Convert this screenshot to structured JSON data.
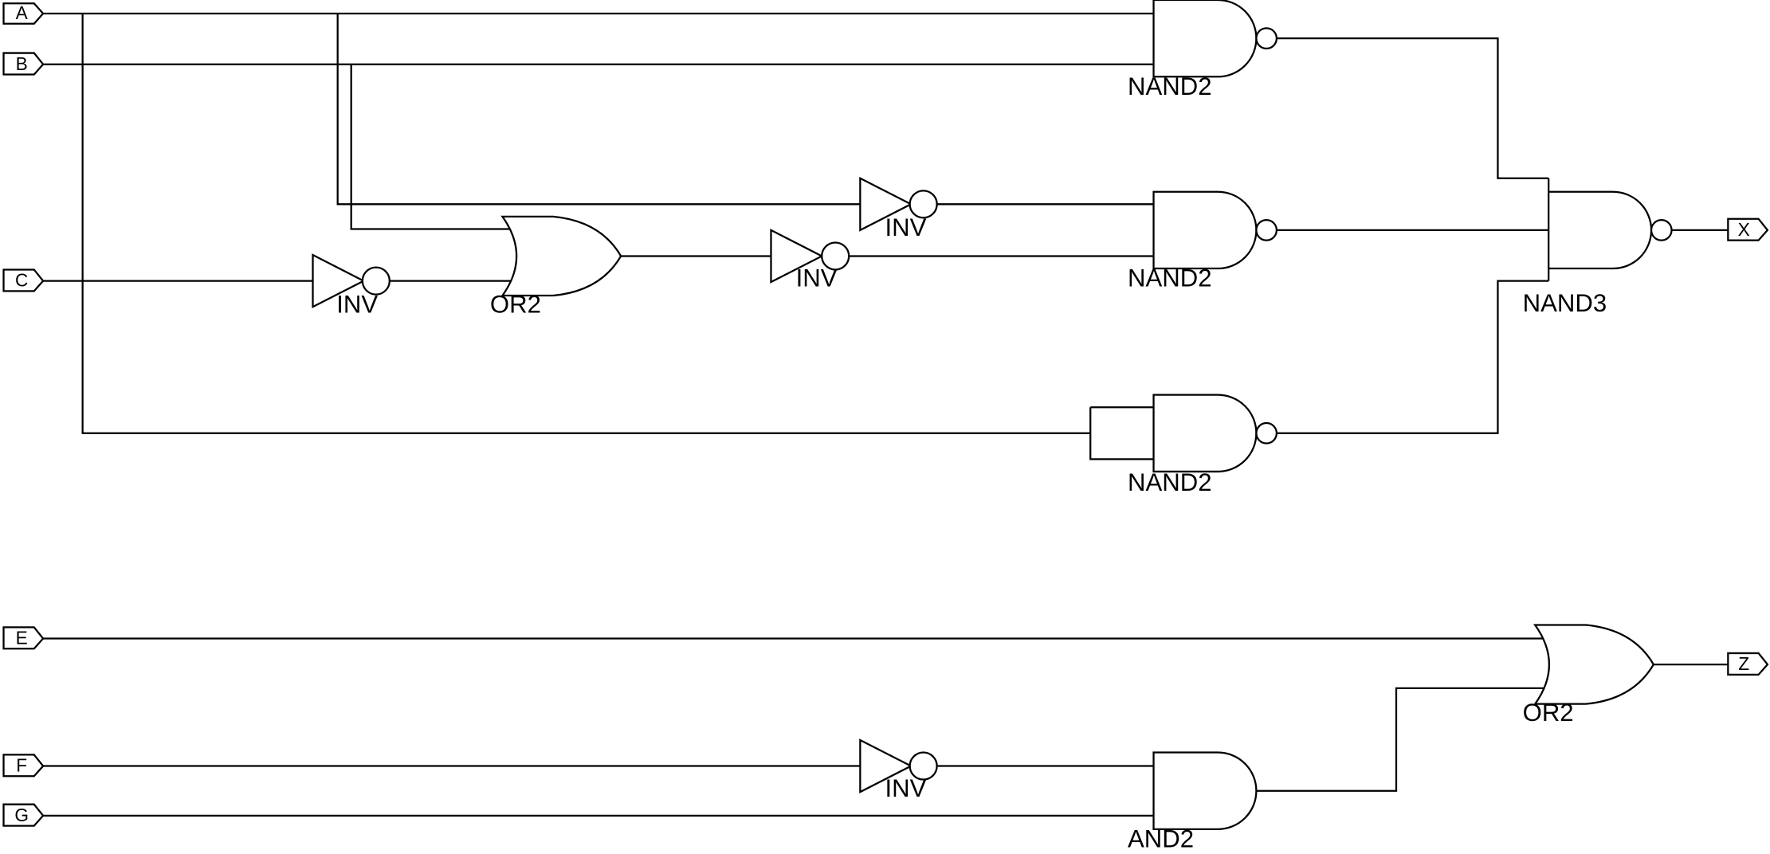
{
  "ports": {
    "A": "A",
    "B": "B",
    "C": "C",
    "E": "E",
    "F": "F",
    "G": "G",
    "X": "X",
    "Z": "Z"
  },
  "gates": {
    "nand2_top": "NAND2",
    "nand2_mid": "NAND2",
    "nand2_bot": "NAND2",
    "nand3": "NAND3",
    "or2_top": "OR2",
    "or2_bot": "OR2",
    "and2": "AND2",
    "inv_c": "INV",
    "inv_a": "INV",
    "inv_or": "INV",
    "inv_f": "INV"
  },
  "colors": {
    "line": "#000000",
    "background": "#ffffff"
  }
}
